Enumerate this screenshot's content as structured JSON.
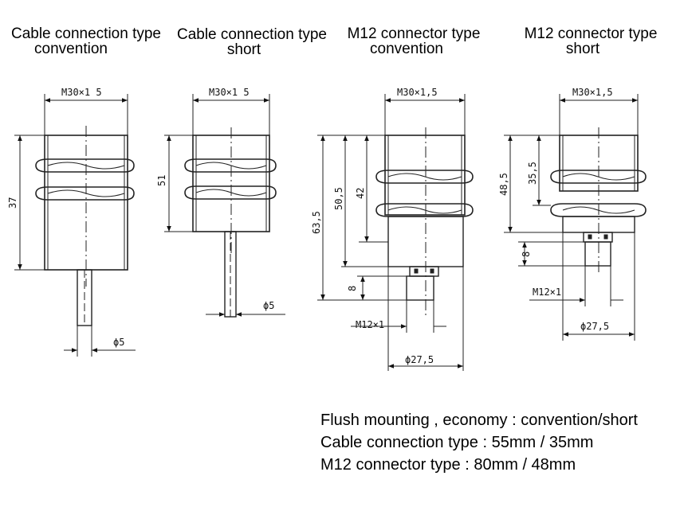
{
  "diagrams": [
    {
      "title_line1": "Cable connection type",
      "title_line2": "convention",
      "thread": "M30×1 5",
      "length": "37",
      "cable_dia": "ϕ5"
    },
    {
      "title_line1": "Cable connection type",
      "title_line2": "short",
      "thread": "M30×1 5",
      "length": "51",
      "cable_dia": "ϕ5"
    },
    {
      "title_line1": "M12 connector type",
      "title_line2": "convention",
      "thread": "M30×1,5",
      "overall_length": "63,5",
      "body_length": "50,5",
      "thread_length": "42",
      "connector_length": "8",
      "connector": "M12×1",
      "body_dia": "ϕ27,5"
    },
    {
      "title_line1": "M12 connector type",
      "title_line2": "short",
      "thread": "M30×1,5",
      "body_length": "48,5",
      "thread_length": "35,5",
      "connector_length": "8",
      "connector": "M12×1",
      "body_dia": "ϕ27,5"
    }
  ],
  "notes": [
    "Flush mounting , economy : convention/short",
    "Cable connection type : 55mm / 35mm",
    "M12 connector type : 80mm / 48mm"
  ]
}
